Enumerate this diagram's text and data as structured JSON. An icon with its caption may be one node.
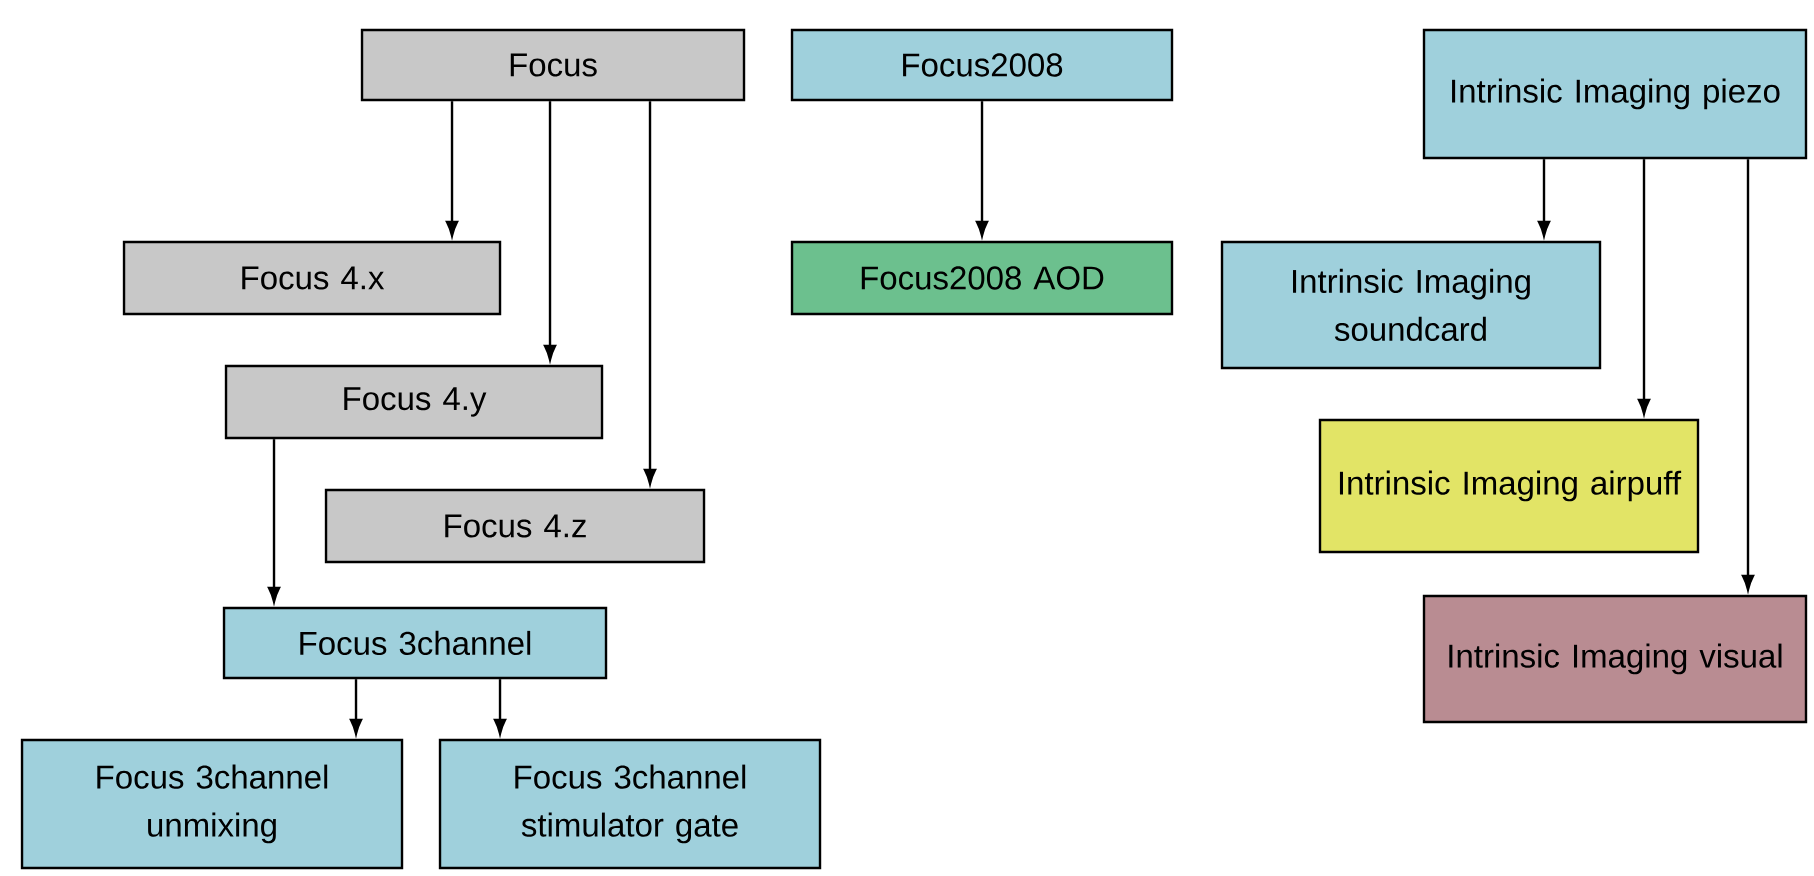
{
  "diagram": {
    "nodes": [
      {
        "text": [
          "Focus"
        ]
      },
      {
        "text": [
          "Focus 4.x"
        ]
      },
      {
        "text": [
          "Focus 4.y"
        ]
      },
      {
        "text": [
          "Focus 4.z"
        ]
      },
      {
        "text": [
          "Focus 3channel"
        ]
      },
      {
        "text": [
          "Focus 3channel unmixing"
        ]
      },
      {
        "text": [
          "Focus 3channel stimulator gate"
        ]
      },
      {
        "text": [
          "Focus2008"
        ]
      },
      {
        "text": [
          "Focus2008 AOD"
        ]
      },
      {
        "text": [
          "Intrinsic Imaging piezo"
        ]
      },
      {
        "text": [
          "Intrinsic Imaging soundcard"
        ]
      },
      {
        "text": [
          "Intrinsic Imaging airpuff"
        ]
      },
      {
        "text": [
          "Intrinsic Imaging visual"
        ]
      }
    ],
    "edges": [
      {
        "from": 0,
        "to": 1,
        "arrow": "to"
      },
      {
        "from": 0,
        "to": 2,
        "arrow": "to"
      },
      {
        "from": 0,
        "to": 3,
        "arrow": "to"
      },
      {
        "from": 2,
        "to": 4,
        "arrow": "to"
      },
      {
        "from": 4,
        "to": 5,
        "arrow": "to"
      },
      {
        "from": 4,
        "to": 6,
        "arrow": "to"
      },
      {
        "from": 7,
        "to": 8,
        "arrow": "to"
      },
      {
        "from": 9,
        "to": 10,
        "arrow": "to"
      },
      {
        "from": 9,
        "to": 11,
        "arrow": "to"
      },
      {
        "from": 9,
        "to": 12,
        "arrow": "to"
      }
    ]
  }
}
